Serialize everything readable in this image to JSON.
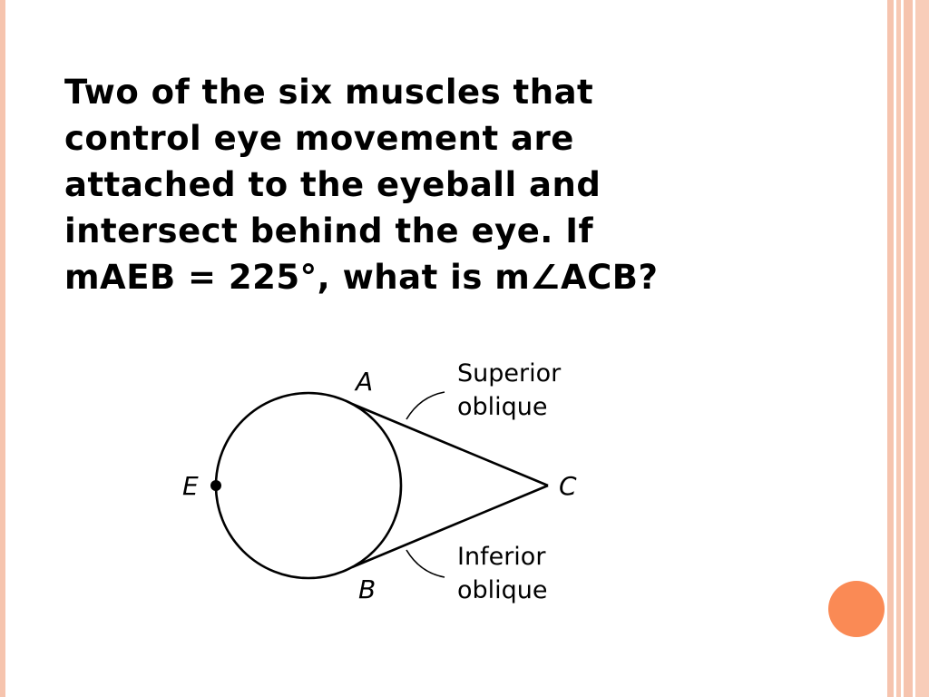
{
  "question": {
    "lines": [
      "Two of the six muscles that",
      "control eye movement are",
      "attached to the eyeball and",
      "intersect behind the eye.  If",
      "mAEB = 225°, what is m∠ACB?"
    ]
  },
  "diagram": {
    "points": {
      "A": "A",
      "B": "B",
      "C": "C",
      "E": "E"
    },
    "callouts": {
      "superior_line1": "Superior",
      "superior_line2": "oblique",
      "inferior_line1": "Inferior",
      "inferior_line2": "oblique"
    }
  },
  "colors": {
    "border": "#f6c4ae",
    "accent_dot": "#fa8a55",
    "text": "#000000"
  }
}
